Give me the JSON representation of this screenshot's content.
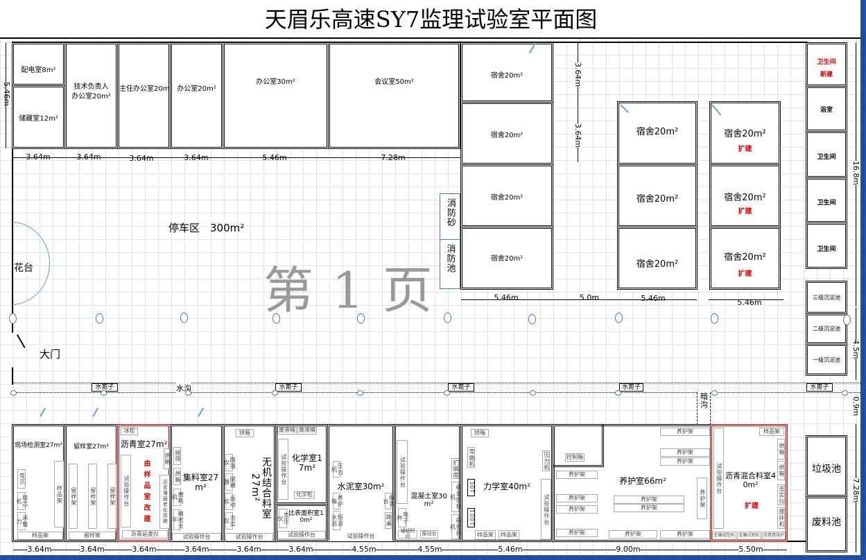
{
  "title": "天眉乐高速SY7监理试验室平面图",
  "watermark": "第 1 页",
  "colors": {
    "frame": "#1f4e9c",
    "red_mark": "#e00000",
    "door": "#6a9bd8",
    "column": "#4a74c4"
  },
  "top_rooms": {
    "peidian": "配电室8m²",
    "chucang": "储藏室12m²",
    "jishu": "技术负责人\n办公室20m²",
    "jishu_1": "技术负责人",
    "jishu_2": "办公室20m²",
    "zhuren": "主任办公室20m²",
    "bangong20": "办公室20m²",
    "bangong30": "办公室30m²",
    "huiyi": "会议室50m²"
  },
  "dorms": {
    "label": "宿舍20m²",
    "expand": "扩建"
  },
  "fire": {
    "sand": "消防砂",
    "pool": "消防池"
  },
  "right_col": {
    "wc_new_1": "卫生间",
    "wc_new_2": "新建",
    "bath": "浴室",
    "wc": "卫生间",
    "tank3": "三级沉淀池",
    "tank2": "二级沉淀池",
    "tank1": "一级沉淀池",
    "garbage": "垃圾池",
    "waste": "废料池"
  },
  "yard": {
    "parking": "停车区　300m²",
    "flower": "花台",
    "gate": "大门",
    "ditch": "水沟",
    "grate": "水篦子",
    "dark_ditch": "暗沟"
  },
  "bottom_rooms": {
    "xianchang": {
      "label": "现场检测室27m²",
      "eq": [
        "弯沉",
        "取芯机",
        "承载力",
        "样品架",
        "样品架"
      ]
    },
    "liuyang": {
      "label": "留样室27m²",
      "eq": [
        "留样架",
        "留样架",
        "留样架",
        "留样架"
      ]
    },
    "liqing": {
      "label": "沥青室27m²",
      "eq": [
        "冰柜",
        "烘箱",
        "试验操作台",
        "沥青薄膜老化烘箱",
        "沥青延度仪"
      ],
      "note": "由样品室改建"
    },
    "jiliao": {
      "label": "集料室27m²",
      "eq": [
        "摇筛",
        "烘箱",
        "磨耗机",
        "精密天平",
        "试验操作台"
      ]
    },
    "wuji": {
      "label": "无机结合料室27m²",
      "eq": [
        "烘箱",
        "路强仪",
        "脱模器",
        "振动仪",
        "击实仪",
        "试验操作台"
      ]
    },
    "huaxue": {
      "label": "化学室17m²",
      "eq": [
        "废液桶",
        "废液桶",
        "试验操作台",
        "化学柜"
      ]
    },
    "bibiao": {
      "label": "比表面积室10m²",
      "eq": [
        "负压仪",
        "试验操作台"
      ]
    },
    "shuini": {
      "label": "水泥室30m²",
      "eq": [
        "压力机",
        "养护箱",
        "恒温水浴",
        "振实台",
        "跳桌",
        "试验操作台"
      ]
    },
    "hunningtu": {
      "label": "混凝土室30m²",
      "eq": [
        "试验操作台",
        "电子秤",
        "凝结时间",
        "振动台",
        "扩展度",
        "砂浆搅拌机",
        "砼搅拌机"
      ]
    },
    "lixue": {
      "label": "力学室40m²",
      "eq": [
        "烘箱",
        "弯曲机",
        "30T",
        "100T",
        "压力机",
        "试验操作台",
        "样品架",
        "样品架"
      ]
    },
    "yanghu": {
      "label": "养护室66m²",
      "control": "控制箱",
      "rack": "养护架"
    },
    "liqinghun": {
      "label": "沥青混合料室40m²",
      "eq": [
        "试验操作台",
        "样品架",
        "烘箱",
        "烘箱",
        "击实仪",
        "搅拌机",
        "车辙成型机",
        "车辙试验机",
        "沥青燃烧炉"
      ],
      "note": "扩建"
    }
  },
  "dims": {
    "top": [
      "3.64m",
      "3.64m",
      "3.64m",
      "3.64m",
      "5.46m",
      "7.28m"
    ],
    "left": "5.46m",
    "dorm_v": [
      "3.64m",
      "3.64m"
    ],
    "dorm_h": [
      "5.46m",
      "5.0m",
      "5.46m",
      "5.46m"
    ],
    "right": [
      "16.8m",
      "4.5m",
      "0.9m",
      "7.28m"
    ],
    "bottom": [
      "3.64m",
      "3.64m",
      "3.64m",
      "3.64m",
      "3.64m",
      "3.64m",
      "4.55m",
      "4.55m",
      "5.46m",
      "9.00m",
      "5.50m"
    ]
  }
}
